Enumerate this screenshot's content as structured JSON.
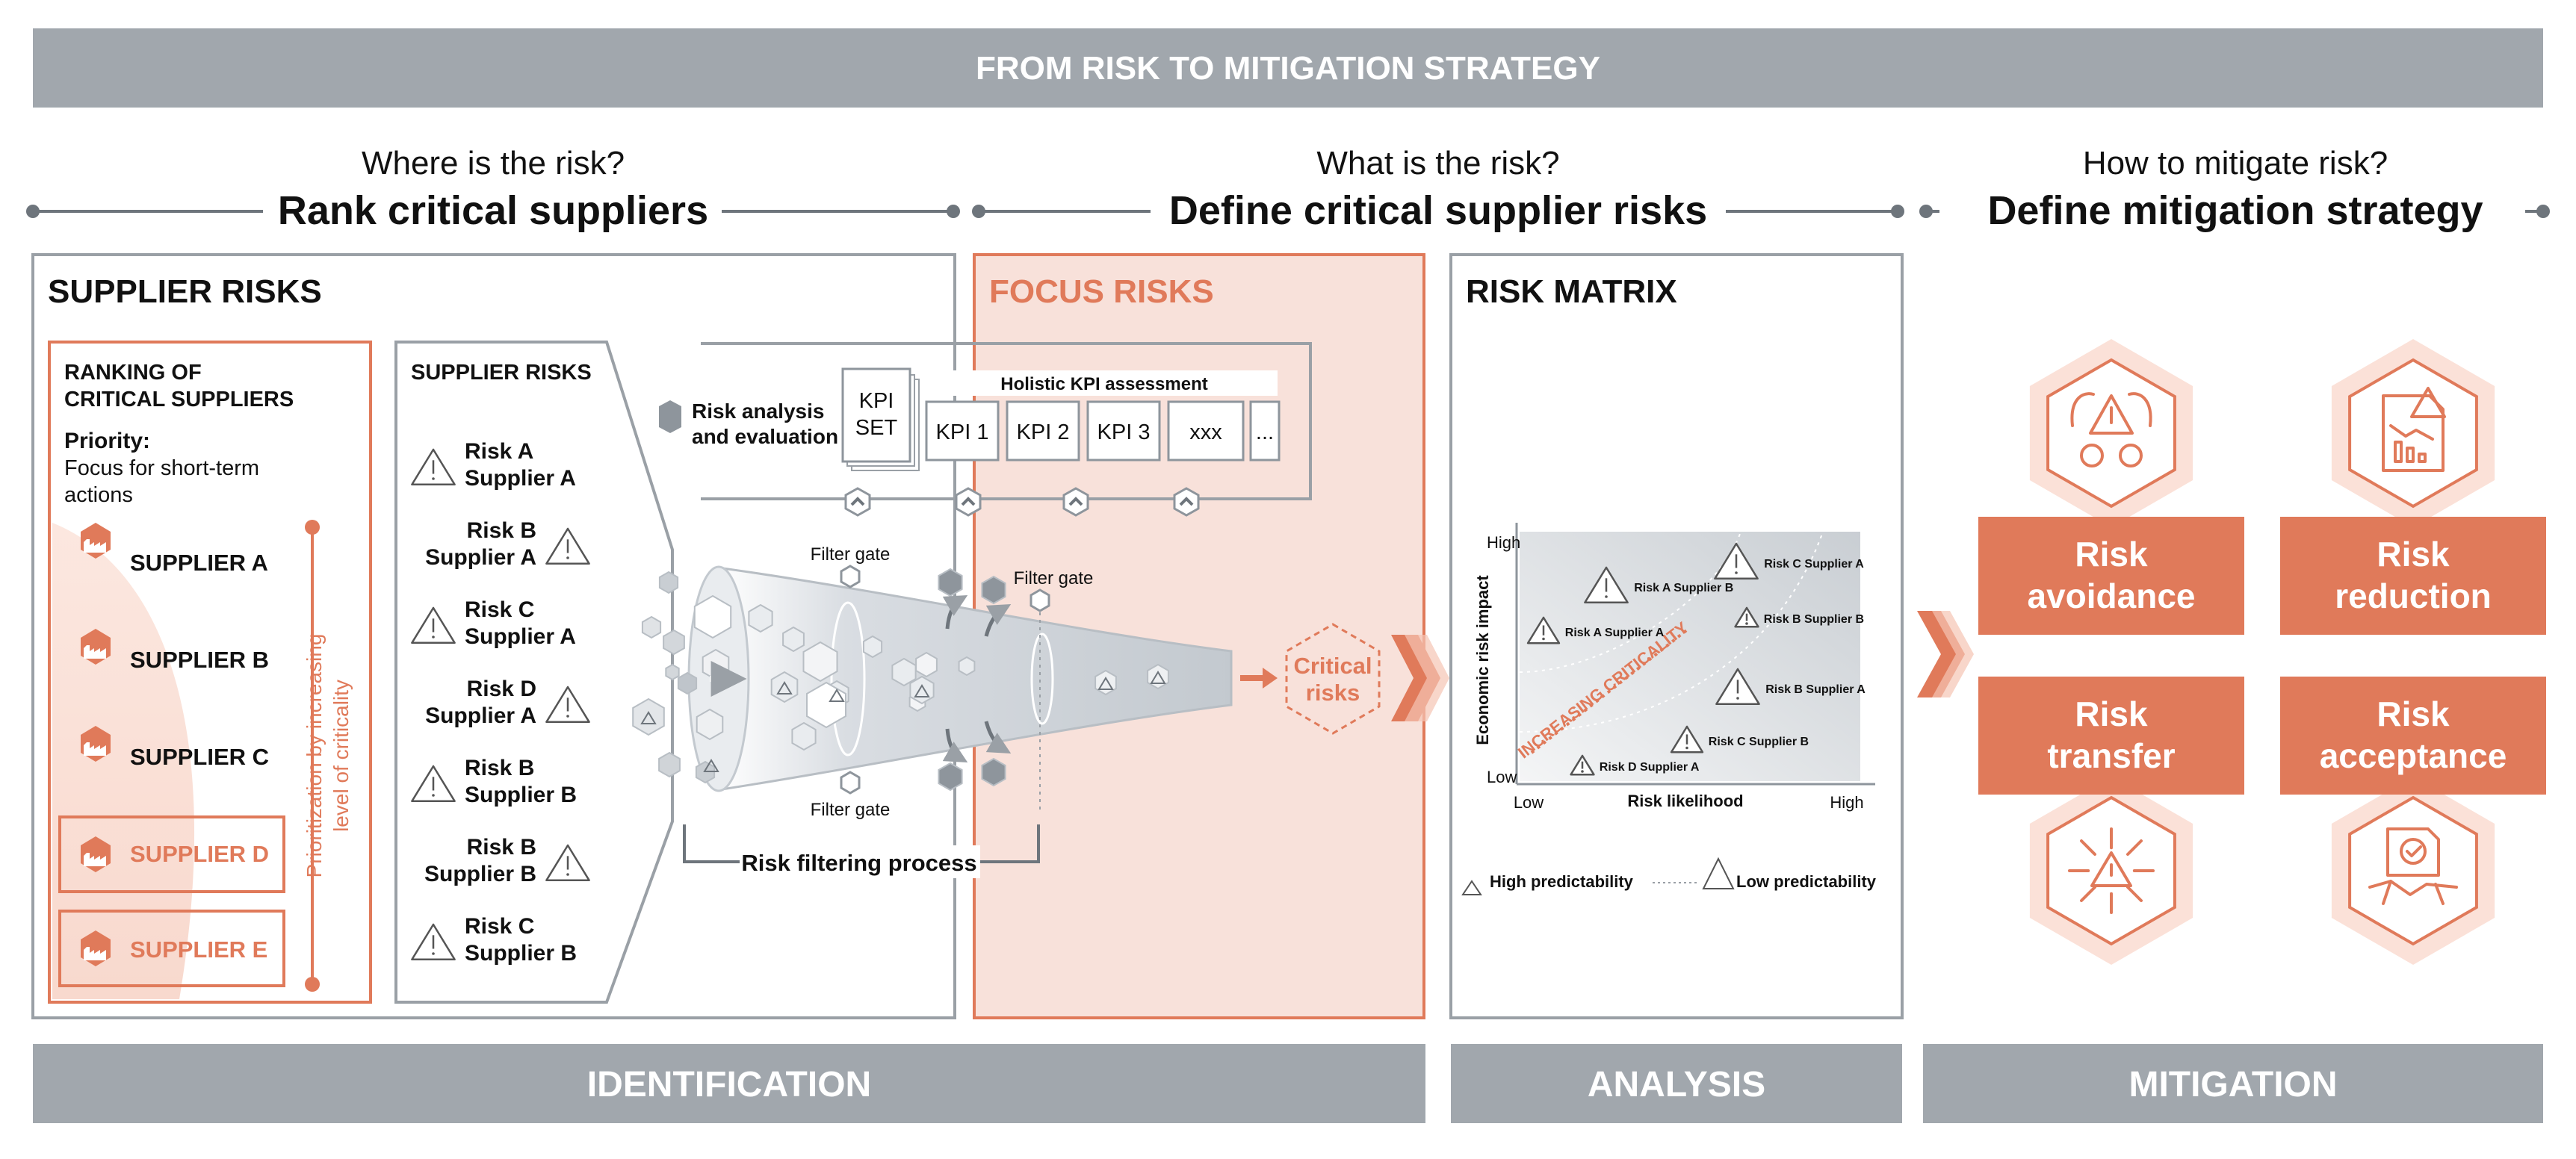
{
  "title": "FROM RISK TO MITIGATION STRATEGY",
  "colors": {
    "accent": "#E07A5A",
    "accent_light": "#F7E1DA",
    "gray_bar": "#A1A7AD",
    "dark_text": "#111111",
    "line_gray": "#8E959C"
  },
  "columns": [
    {
      "question": "Where is the risk?",
      "heading": "Rank critical suppliers"
    },
    {
      "question": "What is the risk?",
      "heading": "Define critical supplier risks"
    },
    {
      "question": "How to mitigate risk?",
      "heading": "Define mitigation strategy"
    }
  ],
  "supplier_risks_box": {
    "title": "SUPPLIER RISKS",
    "ranking": {
      "title_line1": "RANKING OF",
      "title_line2": "CRITICAL SUPPLIERS",
      "priority_label": "Priority:",
      "priority_line1": "Focus for short-term",
      "priority_line2": "actions",
      "suppliers": [
        "SUPPLIER A",
        "SUPPLIER B",
        "SUPPLIER C",
        "SUPPLIER D",
        "SUPPLIER E"
      ],
      "axis_line1": "Prioritization by increasing",
      "axis_line2": "level of criticality"
    },
    "risk_list": {
      "title": "SUPPLIER RISKS",
      "items": [
        {
          "line1": "Risk A",
          "line2": "Supplier A"
        },
        {
          "line1": "Risk B",
          "line2": "Supplier A"
        },
        {
          "line1": "Risk C",
          "line2": "Supplier A"
        },
        {
          "line1": "Risk D",
          "line2": "Supplier A"
        },
        {
          "line1": "Risk B",
          "line2": "Supplier B"
        },
        {
          "line1": "Risk B",
          "line2": "Supplier B"
        },
        {
          "line1": "Risk C",
          "line2": "Supplier B"
        }
      ]
    },
    "funnel": {
      "analysis_line1": "Risk analysis",
      "analysis_line2": "and evaluation",
      "kpi_set_line1": "KPI",
      "kpi_set_line2": "SET",
      "holistic": "Holistic KPI assessment",
      "kpis": [
        "KPI 1",
        "KPI 2",
        "KPI 3",
        "xxx",
        "..."
      ],
      "filter_gate": "Filter gate",
      "process_label": "Risk filtering process",
      "output_line1": "Critical",
      "output_line2": "risks"
    }
  },
  "focus_risks": {
    "title": "FOCUS RISKS"
  },
  "risk_matrix": {
    "title": "RISK MATRIX",
    "y_axis": "Economic risk impact",
    "x_axis": "Risk likelihood",
    "y_high": "High",
    "y_low": "Low",
    "x_low": "Low",
    "x_high": "High",
    "diagonal_label": "INCREASING CRITICALITY",
    "points": [
      {
        "label": "Risk A Supplier B",
        "size": "large"
      },
      {
        "label": "Risk C Supplier A",
        "size": "large"
      },
      {
        "label": "Risk A Supplier A",
        "size": "medium"
      },
      {
        "label": "Risk B Supplier B",
        "size": "small"
      },
      {
        "label": "Risk B Supplier A",
        "size": "large"
      },
      {
        "label": "Risk C Supplier B",
        "size": "medium"
      },
      {
        "label": "Risk D Supplier A",
        "size": "small"
      }
    ],
    "legend_high": "High predictability",
    "legend_low": "Low predictability"
  },
  "mitigation": [
    {
      "line1": "Risk",
      "line2": "avoidance",
      "icon": "risk-avoidance-icon"
    },
    {
      "line1": "Risk",
      "line2": "reduction",
      "icon": "risk-reduction-icon"
    },
    {
      "line1": "Risk",
      "line2": "transfer",
      "icon": "risk-transfer-icon"
    },
    {
      "line1": "Risk",
      "line2": "acceptance",
      "icon": "risk-acceptance-icon"
    }
  ],
  "bottom_bars": [
    "IDENTIFICATION",
    "ANALYSIS",
    "MITIGATION"
  ]
}
